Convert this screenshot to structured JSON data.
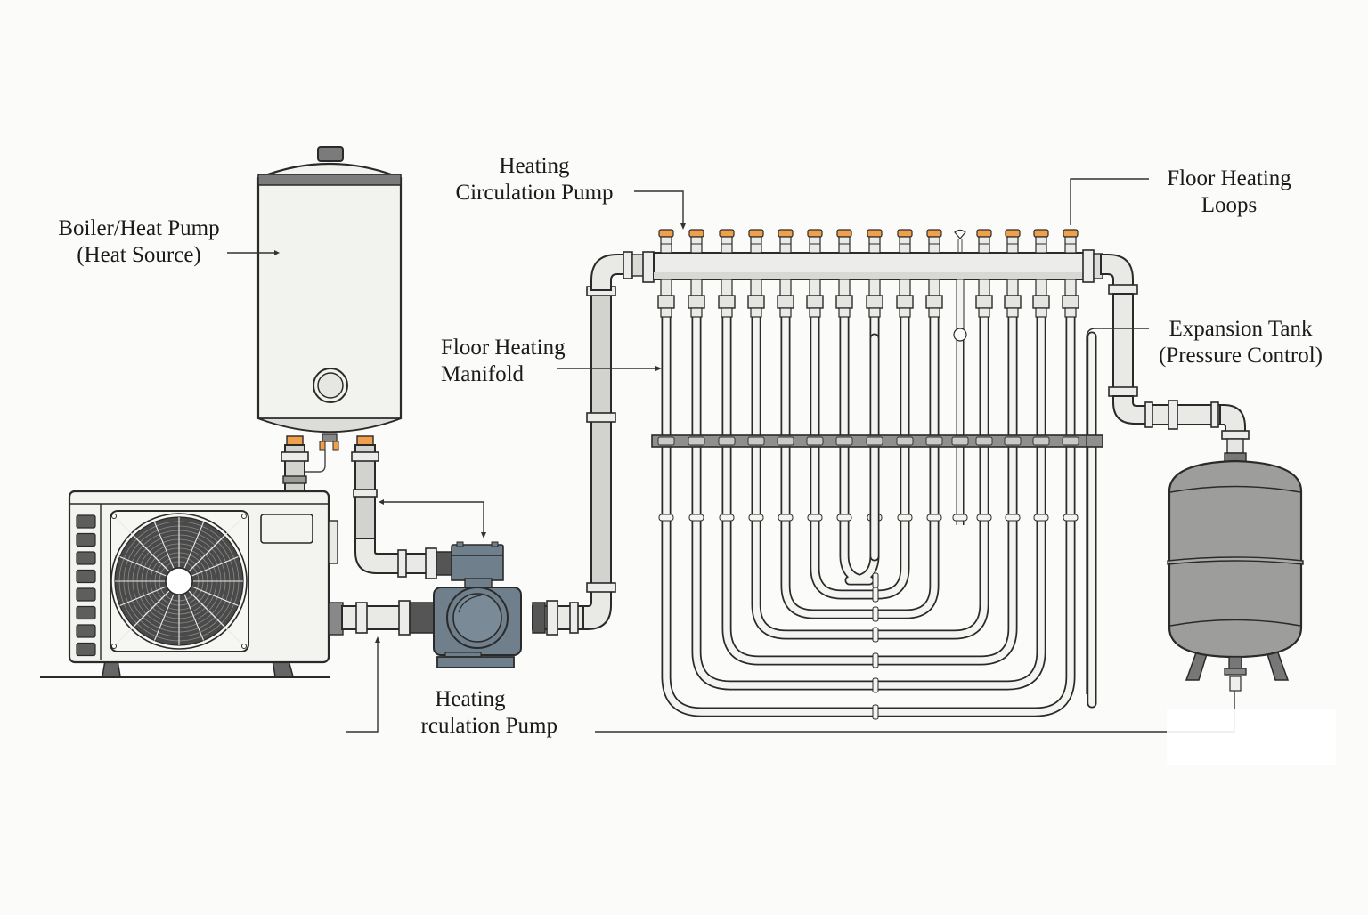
{
  "diagram": {
    "title": "Hydronic floor heating system",
    "colors": {
      "background": "#fbfbf9",
      "line": "#2a2a2a",
      "pipe_fill": "#e9e9e6",
      "pump_body": "#6f7f8b",
      "expansion_tank": "#9d9d9b",
      "valve_cap": "#f0a04b",
      "boiler_band": "#7b7b7b",
      "fan_grille": "#4a4a4a"
    },
    "labels": {
      "heat_source": {
        "line1": "Boiler/Heat Pump",
        "line2": "(Heat Source)"
      },
      "pump_top": {
        "line1": "Heating",
        "line2": "Circulation Pump"
      },
      "floor_loops": {
        "line1": "Floor Heating",
        "line2": "Loops"
      },
      "manifold": {
        "line1": "Floor Heating",
        "line2": "Manifold"
      },
      "expansion_tank": {
        "line1": "Expansion Tank",
        "line2": "(Pressure Control)"
      },
      "pump_bottom": {
        "line1": "Heating",
        "line2": "rculation Pump"
      }
    },
    "components": {
      "boiler": "boiler-tank",
      "heat_pump_outdoor_unit": "heat-pump-unit",
      "circulation_pump": "circulation-pump",
      "manifold": "manifold",
      "floor_loops": "floor-loops",
      "expansion_tank": "expansion-tank"
    },
    "manifold": {
      "loop_count": 14,
      "has_center_vent": true
    },
    "heat_pump": {
      "side_vent_slots": 8
    }
  }
}
